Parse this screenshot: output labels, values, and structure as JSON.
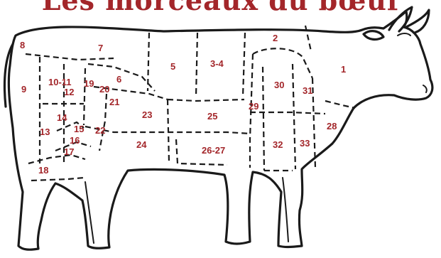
{
  "title": "Les morceaux du bœuf",
  "colors": {
    "label": "#a3262a",
    "outline": "#1a1a1a",
    "background": "#ffffff"
  },
  "cuts": [
    "8",
    "7",
    "2",
    "1",
    "5",
    "3-4",
    "10-11",
    "12",
    "19",
    "20",
    "6",
    "9",
    "21",
    "30",
    "31",
    "29",
    "23",
    "25",
    "14",
    "13",
    "15",
    "22",
    "16",
    "28",
    "17",
    "24",
    "26-27",
    "32",
    "33",
    "18"
  ]
}
